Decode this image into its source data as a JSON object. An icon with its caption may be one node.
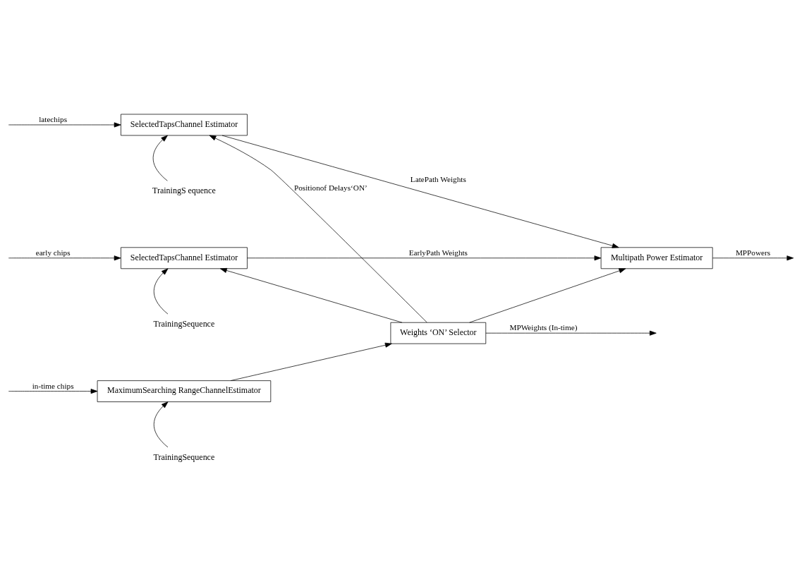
{
  "diagram": {
    "nodes": [
      {
        "text": [
          "SelectedTapsChannel Estimator"
        ]
      },
      {
        "text": [
          "SelectedTapsChannel Estimator"
        ]
      },
      {
        "text": [
          "MaximumSearching RangeChannelEstimator"
        ]
      },
      {
        "text": [
          "Weights ‘ON’ Selector"
        ]
      },
      {
        "text": [
          "Multipath Power Estimator"
        ]
      },
      {
        "text": [
          "TrainingS equence"
        ]
      },
      {
        "text": [
          "TrainingSequence"
        ]
      },
      {
        "text": [
          "TrainingSequence"
        ]
      }
    ],
    "edges": [
      {
        "from": null,
        "to": 0,
        "arrow": "to",
        "label": "latechips"
      },
      {
        "from": 5,
        "to": 0,
        "arrow": "to"
      },
      {
        "from": null,
        "to": 1,
        "arrow": "to",
        "label": "early chips"
      },
      {
        "from": 6,
        "to": 1,
        "arrow": "to"
      },
      {
        "from": null,
        "to": 2,
        "arrow": "to",
        "label": "in-time chips"
      },
      {
        "from": 7,
        "to": 2,
        "arrow": "to"
      },
      {
        "from": 2,
        "to": 3,
        "arrow": "to"
      },
      {
        "from": 3,
        "to": 0,
        "arrow": "to",
        "label": "Positionof Delays‘ON’"
      },
      {
        "from": 3,
        "to": 1,
        "arrow": "to"
      },
      {
        "from": 0,
        "to": 4,
        "arrow": "to",
        "label": "LatePath Weights"
      },
      {
        "from": 1,
        "to": 4,
        "arrow": "to",
        "label": "EarlyPath Weights"
      },
      {
        "from": 3,
        "to": 4,
        "arrow": "to"
      },
      {
        "from": 4,
        "to": null,
        "arrow": "to",
        "label": "MPPowers"
      },
      {
        "from": 3,
        "to": null,
        "arrow": "to",
        "label": "MPWeights (In-time)"
      }
    ]
  }
}
